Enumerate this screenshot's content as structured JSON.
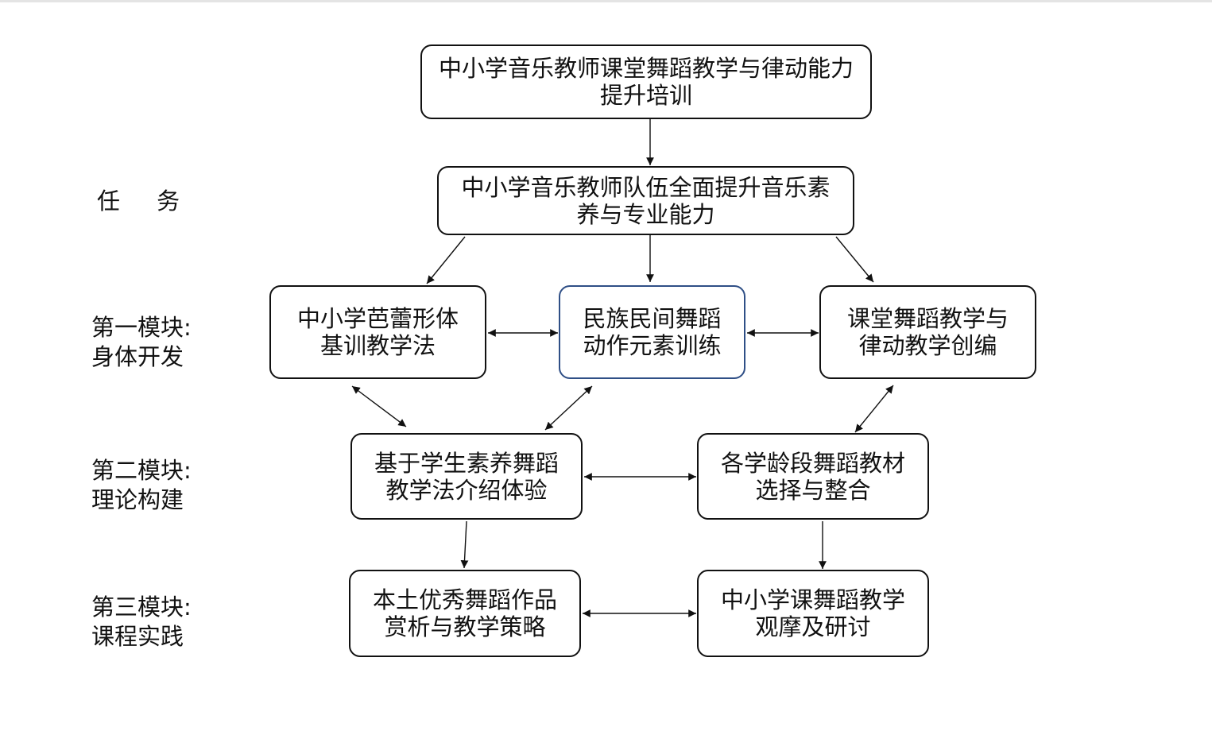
{
  "row_labels": {
    "task": "任     务",
    "module1_line1": "第一模块:",
    "module1_line2": "身体开发",
    "module2_line1": "第二模块:",
    "module2_line2": "理论构建",
    "module3_line1": "第三模块:",
    "module3_line2": "课程实践"
  },
  "nodes": {
    "training": "中小学音乐教师课堂舞蹈教学与律动能力提升培训",
    "goal": "中小学音乐教师队伍全面提升音乐素养与专业能力",
    "ballet": "中小学芭蕾形体基训教学法",
    "folk": "民族民间舞蹈动作元素训练",
    "rhythm": "课堂舞蹈教学与律动教学创编",
    "pedagogy": "基于学生素养舞蹈教学法介绍体验",
    "materials": "各学龄段舞蹈教材选择与整合",
    "local_works": "本土优秀舞蹈作品赏析与教学策略",
    "observation": "中小学课舞蹈教学观摩及研讨"
  },
  "colors": {
    "line": "#111111",
    "highlight_border": "#2f4f86"
  }
}
